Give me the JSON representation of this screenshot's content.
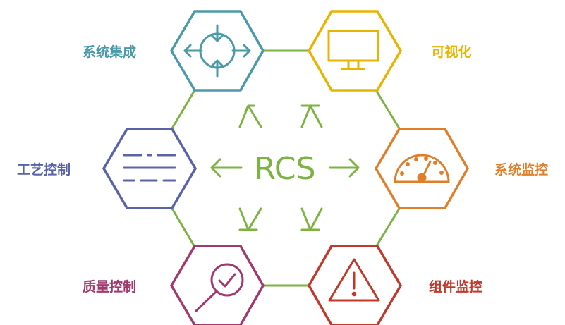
{
  "center": {
    "label": "RCS",
    "color": "#7cb342"
  },
  "connector_color": "#7cb342",
  "modules": [
    {
      "id": "system-integration",
      "label": "系统集成",
      "color": "#4b9aa8",
      "icon": "move-arrows-icon"
    },
    {
      "id": "visualization",
      "label": "可视化",
      "color": "#e8b400",
      "icon": "monitor-icon"
    },
    {
      "id": "process-control",
      "label": "工艺控制",
      "color": "#5b63a8",
      "icon": "process-lines-icon"
    },
    {
      "id": "system-monitoring",
      "label": "系统监控",
      "color": "#e07f2a",
      "icon": "gauge-icon"
    },
    {
      "id": "quality-control",
      "label": "质量控制",
      "color": "#a2396e",
      "icon": "magnifier-check-icon"
    },
    {
      "id": "component-monitoring",
      "label": "组件监控",
      "color": "#c0392b",
      "icon": "warning-icon"
    }
  ]
}
